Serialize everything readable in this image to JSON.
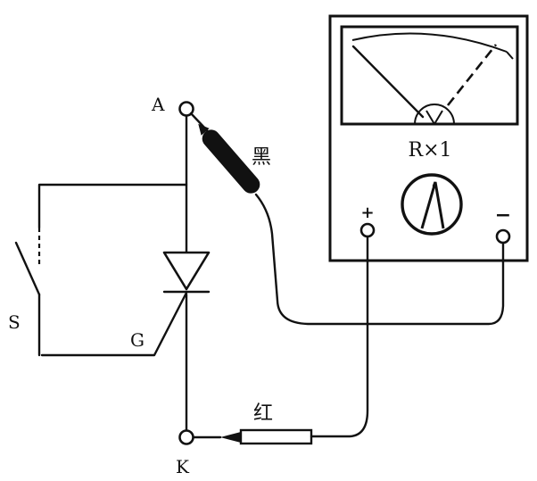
{
  "labels": {
    "anode": "A",
    "cathode": "K",
    "gate": "G",
    "switch": "S",
    "black_probe": "黑",
    "red_probe": "红",
    "range": "R×1",
    "plus": "+",
    "minus": "−"
  },
  "colors": {
    "ink": "#111111",
    "background": "#ffffff"
  }
}
